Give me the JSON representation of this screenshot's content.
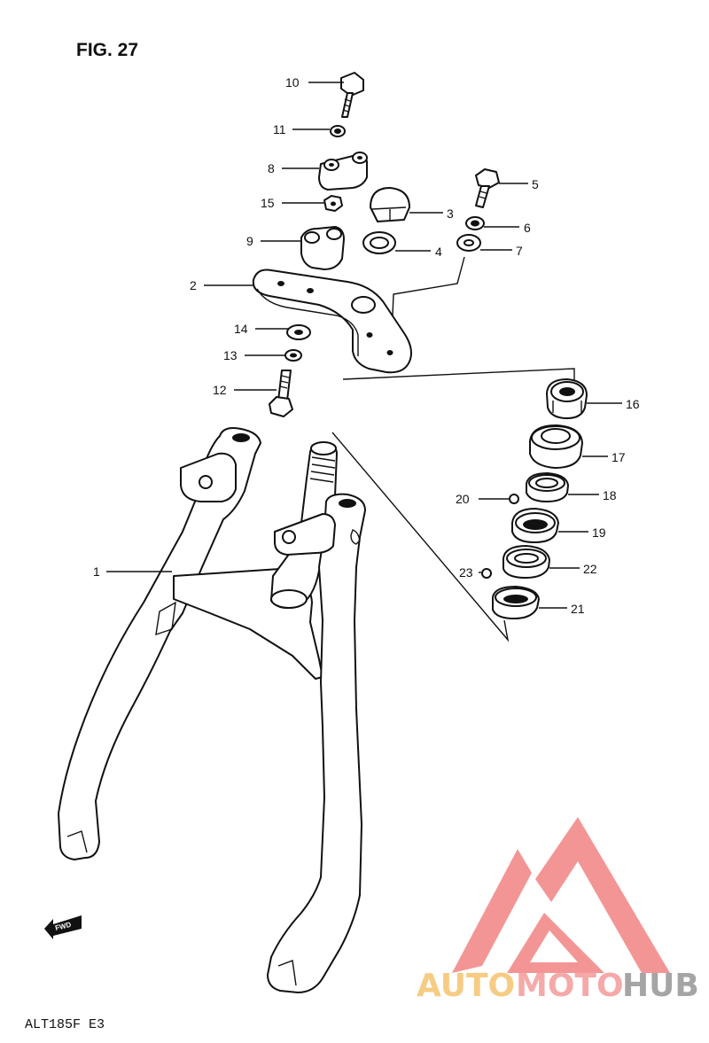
{
  "figure_label": "FIG. 27",
  "model_code": "ALT185F E3",
  "fwd_label": "FWD",
  "watermark": {
    "segments": [
      "AUTO",
      "MOTO",
      "HUB"
    ],
    "colors": [
      "#f6c777",
      "#f5a0a0",
      "#9c9c9c"
    ],
    "logo_color": "#f38a8a"
  },
  "callouts": [
    "1",
    "2",
    "3",
    "4",
    "5",
    "6",
    "7",
    "8",
    "9",
    "10",
    "11",
    "12",
    "13",
    "14",
    "15",
    "16",
    "17",
    "18",
    "19",
    "20",
    "21",
    "22",
    "23"
  ]
}
